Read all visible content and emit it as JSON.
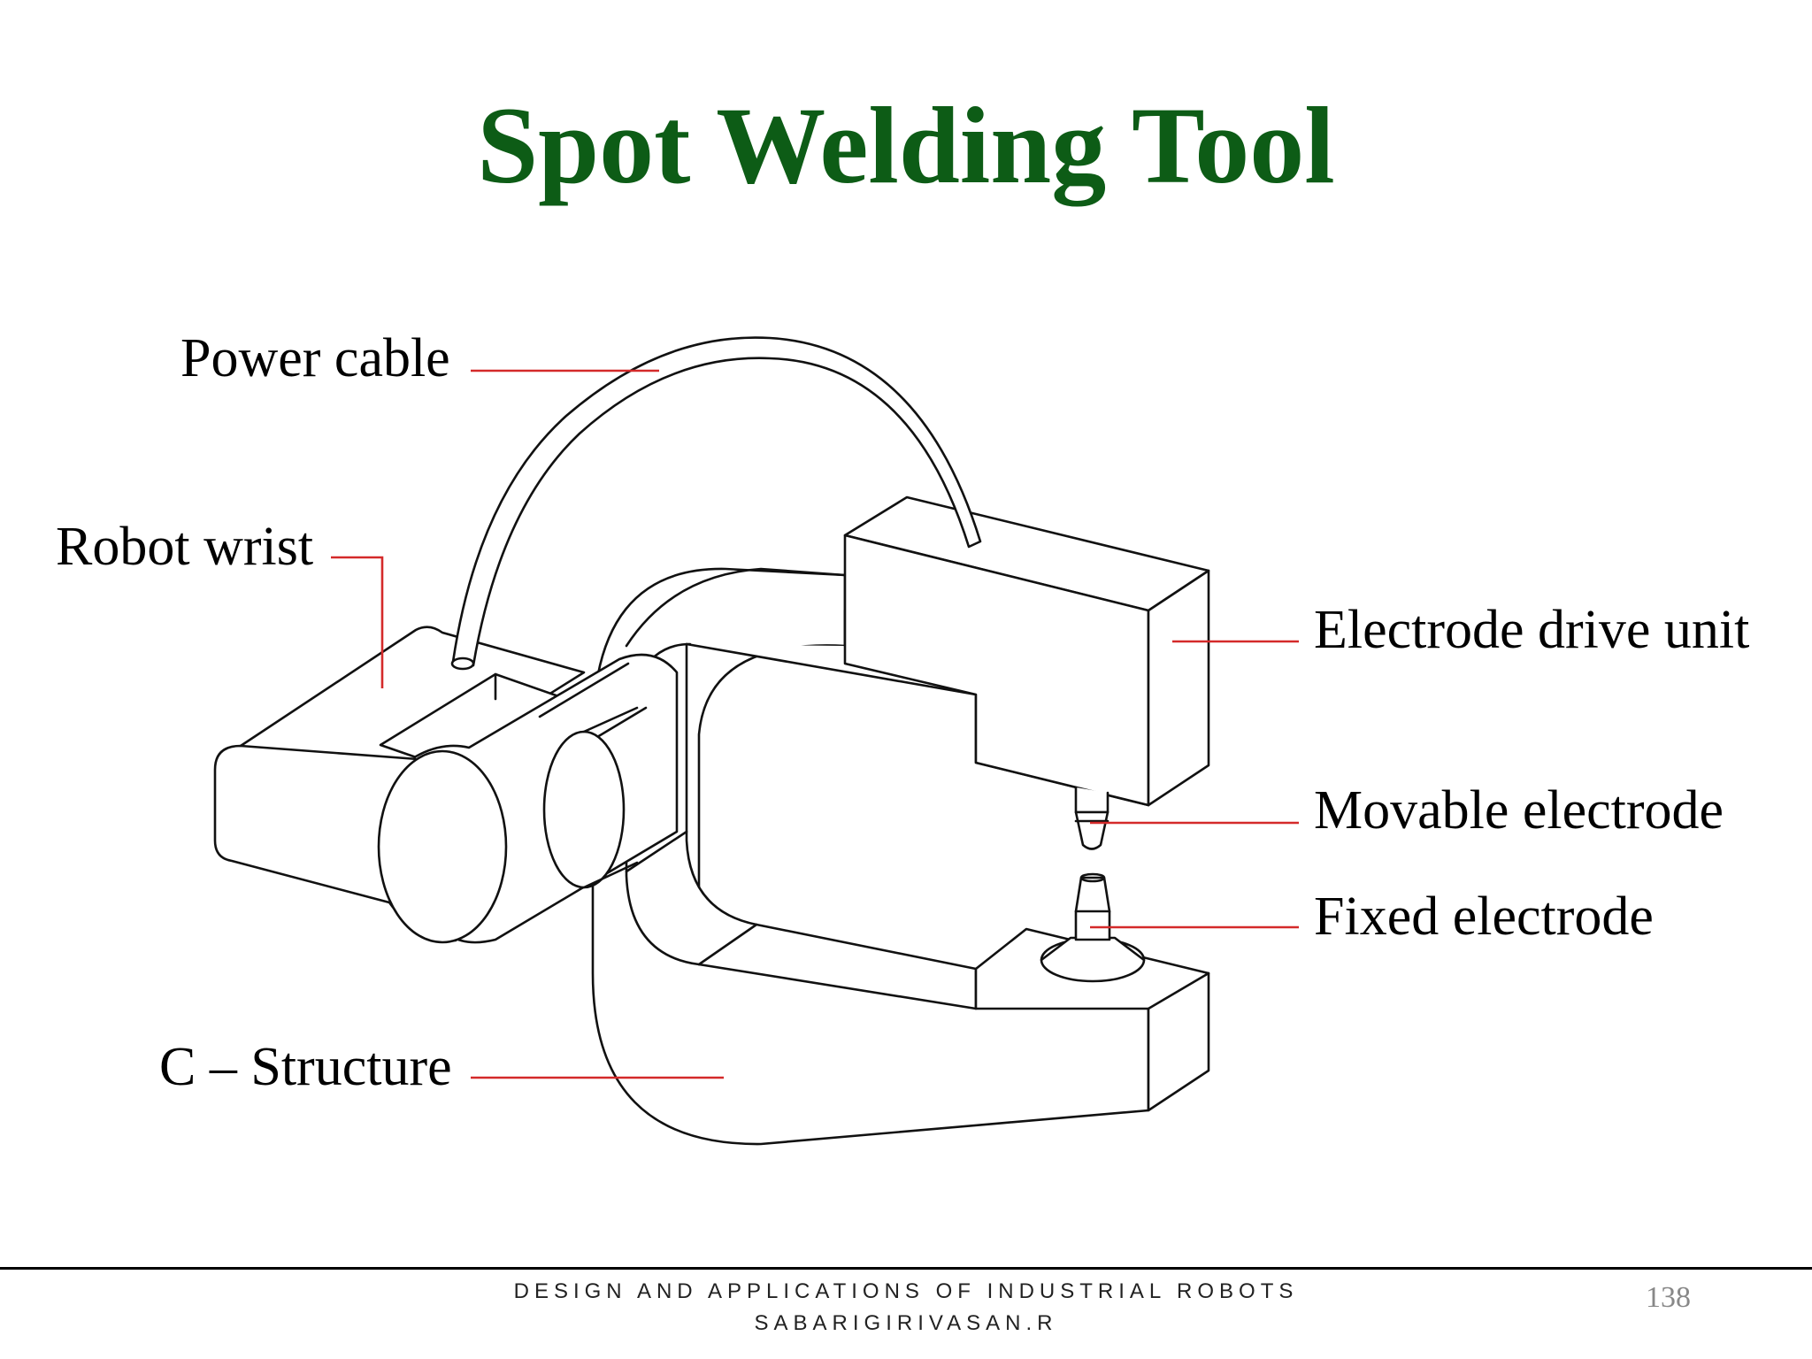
{
  "title": "Spot Welding Tool",
  "labels": {
    "power_cable": "Power cable",
    "robot_wrist": "Robot wrist",
    "c_structure": "C – Structure",
    "electrode_drive_unit": "Electrode drive unit",
    "movable_electrode": "Movable electrode",
    "fixed_electrode": "Fixed electrode"
  },
  "footer": {
    "course": "DESIGN AND APPLICATIONS OF INDUSTRIAL ROBOTS",
    "author": "SABARIGIRIVASAN.R",
    "page_number": "138"
  },
  "colors": {
    "title": "#0d5c16",
    "leader_lines": "#d42a2a",
    "outline": "#111111"
  }
}
